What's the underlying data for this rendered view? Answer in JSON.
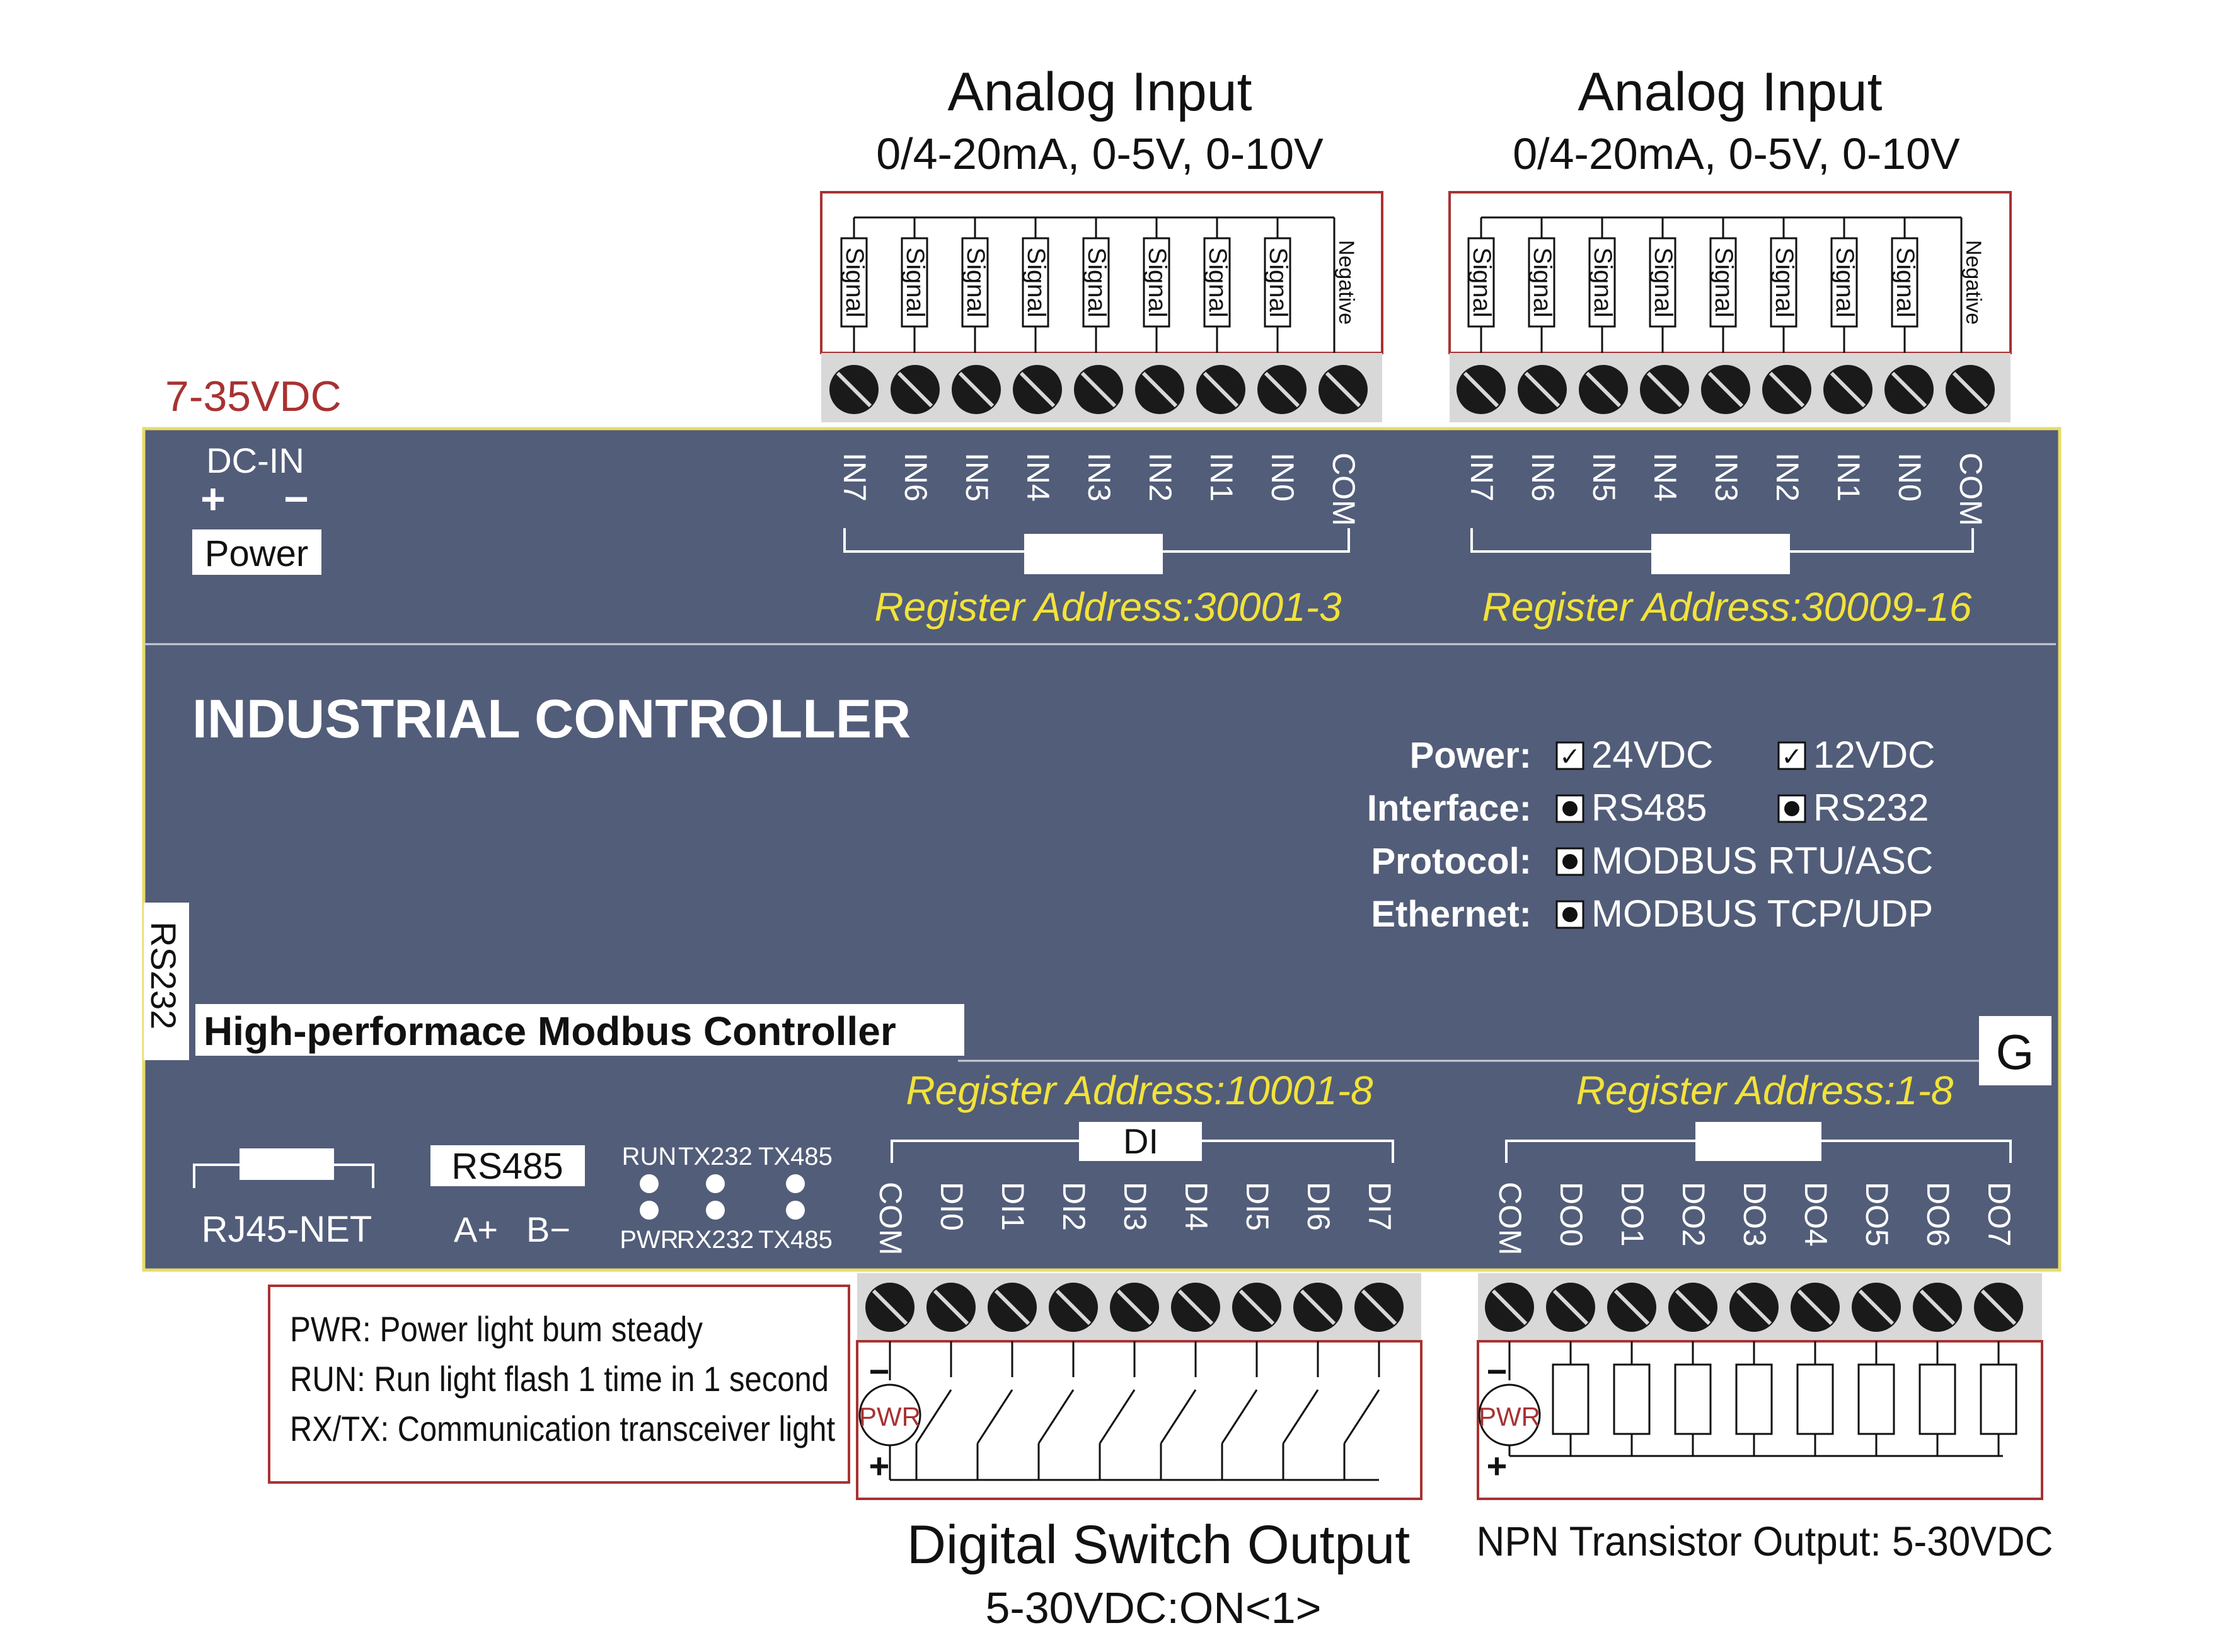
{
  "analog_groups": [
    {
      "title": "Analog Input",
      "subtitle": "0/4-20mA, 0-5V, 0-10V",
      "signal_label": "Signal",
      "negative_label": "Negative",
      "terminals": [
        "IN7",
        "IN6",
        "IN5",
        "IN4",
        "IN3",
        "IN2",
        "IN1",
        "IN0",
        "COM"
      ],
      "register": "Register Address:30001-3"
    },
    {
      "title": "Analog Input",
      "subtitle": "0/4-20mA, 0-5V, 0-10V",
      "signal_label": "Signal",
      "negative_label": "Negative",
      "terminals": [
        "IN7",
        "IN6",
        "IN5",
        "IN4",
        "IN3",
        "IN2",
        "IN1",
        "IN0",
        "COM"
      ],
      "register": "Register Address:30009-16"
    }
  ],
  "supply": "7-35VDC",
  "dc_in": {
    "label": "DC-IN",
    "plus": "+",
    "minus": "−",
    "power": "Power"
  },
  "device": {
    "title": "INDUSTRIAL CONTROLLER",
    "subtitle": "High-performace Modbus Controller",
    "side_label": "RS232",
    "corner_label": "G"
  },
  "specs": [
    {
      "label": "Power:",
      "options": [
        {
          "mark": "check",
          "text": "24VDC"
        },
        {
          "mark": "check",
          "text": "12VDC"
        }
      ]
    },
    {
      "label": "Interface:",
      "options": [
        {
          "mark": "dot",
          "text": "RS485"
        },
        {
          "mark": "dot",
          "text": "RS232"
        }
      ]
    },
    {
      "label": "Protocol:",
      "options": [
        {
          "mark": "dot",
          "text": "MODBUS RTU/ASC"
        }
      ]
    },
    {
      "label": "Ethernet:",
      "options": [
        {
          "mark": "dot",
          "text": "MODBUS TCP/UDP"
        }
      ]
    }
  ],
  "ports": {
    "rj45": "RJ45-NET",
    "rs485": "RS485",
    "a_plus": "A+",
    "b_minus": "B−"
  },
  "leds": {
    "top": [
      "RUN",
      "TX232",
      "TX485"
    ],
    "bottom": [
      "PWR",
      "RX232",
      "TX485"
    ]
  },
  "di_block": {
    "register": "Register Address:10001-8",
    "tag": "DI",
    "terminals": [
      "COM",
      "DI0",
      "DI1",
      "DI2",
      "DI3",
      "DI4",
      "DI5",
      "DI6",
      "DI7"
    ]
  },
  "do_block": {
    "register": "Register Address:1-8",
    "terminals": [
      "COM",
      "DO0",
      "DO1",
      "DO2",
      "DO3",
      "DO4",
      "DO5",
      "DO6",
      "DO7"
    ]
  },
  "legend": [
    "PWR: Power light bum steady",
    "RUN: Run light flash 1 time in 1 second",
    "RX/TX: Communication transceiver light"
  ],
  "circuit": {
    "pwr": "PWR",
    "minus": "−",
    "plus": "+"
  },
  "outputs": {
    "switch_title": "Digital Switch Output",
    "switch_sub": "5-30VDC:ON<1>",
    "npn": "NPN Transistor Output: 5-30VDC"
  },
  "colors": {
    "panel": "#525d79",
    "panel_border": "#e8dc6a",
    "register_text": "#f2e23a",
    "box_red": "#a83232",
    "terminal_strip": "#d8d8d8",
    "screw": "#1a1a1a"
  }
}
